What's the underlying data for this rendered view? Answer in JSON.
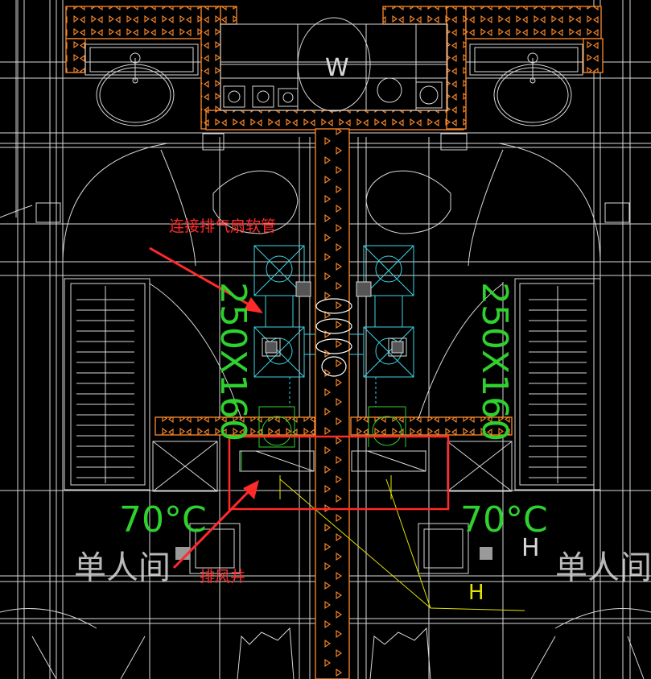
{
  "annotations": {
    "flex_duct_label": "连接排气扇软管",
    "shaft_label": "排风井"
  },
  "drawing_text": {
    "duct_size": "250X160",
    "temperature": "70°C",
    "room_name": "单人间",
    "fixture_mark": "W",
    "height_mark": "H"
  },
  "colors": {
    "background": "#000000",
    "linework": "#d8d8d8",
    "wall_fill_outline": "#ff8a2a",
    "duct_cyan": "#3ad6e6",
    "annotation_red": "#ff2a2a",
    "dimension_green": "#2ed12e",
    "leader_yellow": "#e3e300"
  }
}
